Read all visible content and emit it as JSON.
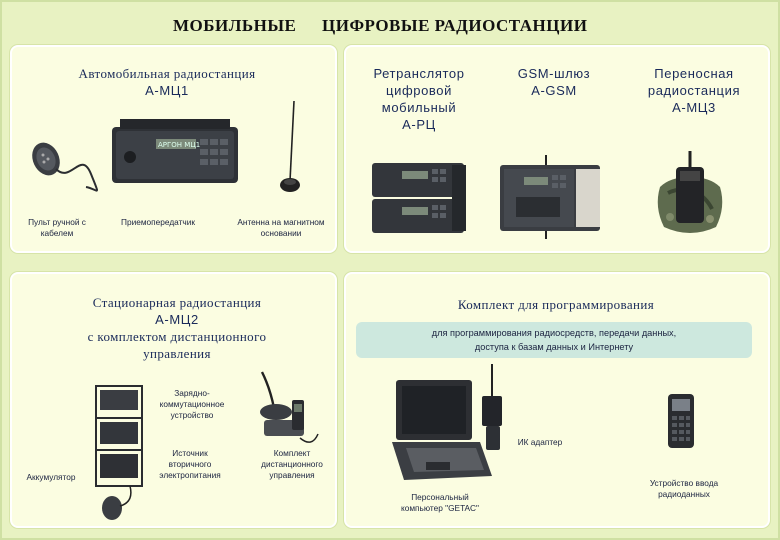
{
  "header": {
    "word1": "МОБИЛЬНЫЕ",
    "word2": "ЦИФРОВЫЕ  РАДИОСТАНЦИИ"
  },
  "panel_car": {
    "title": "Автомобильная радиостанция",
    "model": "А-МЦ1",
    "device_label": "АРГОН МЦ1",
    "captions": {
      "remote": "Пульт ручной с кабелем",
      "transceiver": "Приемопередатчик",
      "antenna": "Антенна на магнитном основании"
    }
  },
  "panel_relay": {
    "title_lines": [
      "Ретранслятор",
      "цифровой",
      "мобильный"
    ],
    "model": "А-РЦ"
  },
  "panel_gsm": {
    "title": "GSM-шлюз",
    "model": "А-GSM"
  },
  "panel_portable": {
    "title_lines": [
      "Переносная",
      "радиостанция"
    ],
    "model": "А-МЦ3"
  },
  "panel_station": {
    "title": "Стационарная радиостанция",
    "model": "А-МЦ2",
    "title_lines": [
      "с комплектом дистанционного",
      "управления"
    ],
    "captions": {
      "charger": "Зарядно-коммутационное устройство",
      "battery": "Аккумулятор",
      "psu": "Источник вторичного электропитания",
      "remote_kit": "Комплект дистанционного управления"
    }
  },
  "panel_program": {
    "title": "Комплект для программирования",
    "banner_lines": [
      "для программирования радиосредств, передачи данных,",
      "доступа к базам данных и Интернету"
    ],
    "captions": {
      "ir": "ИК адаптер",
      "pc": "Персональный компьютер \"GETAC\"",
      "input": "Устройство ввода радиоданных"
    }
  }
}
